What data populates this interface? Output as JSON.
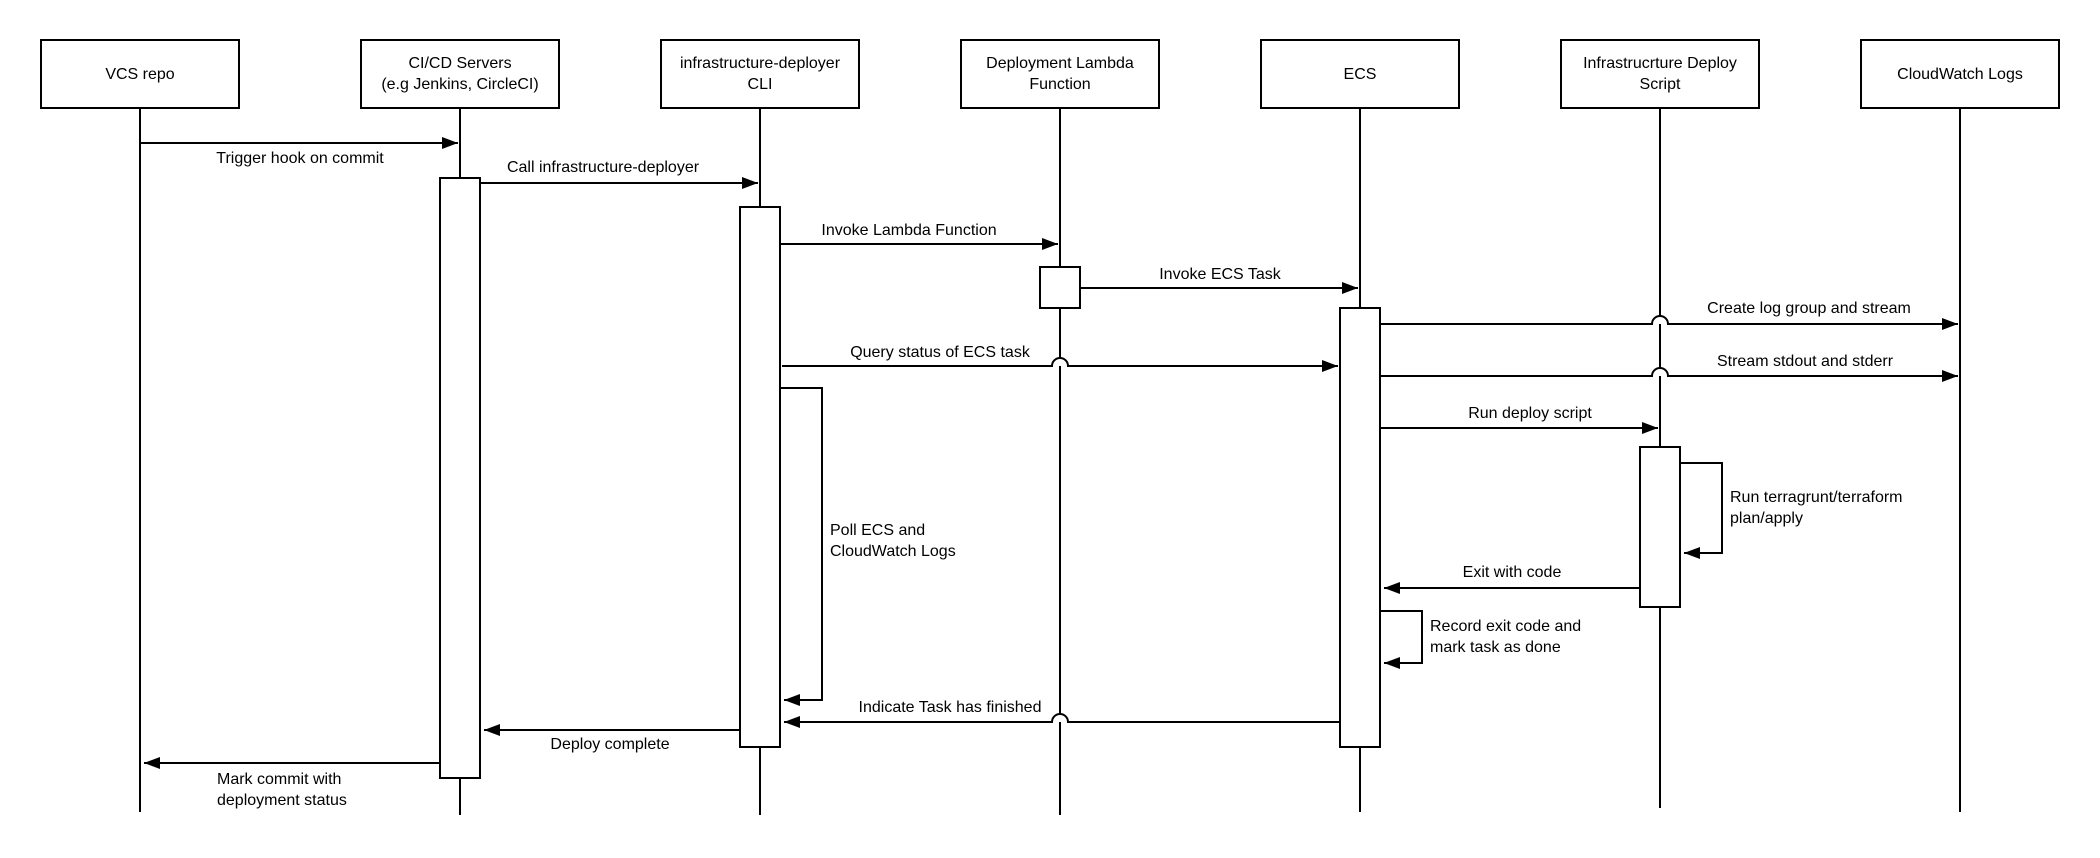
{
  "colors": {
    "stroke": "#000000",
    "fill": "#ffffff"
  },
  "participants": [
    {
      "id": "vcs-repo",
      "lines": [
        "VCS repo"
      ]
    },
    {
      "id": "cicd-servers",
      "lines": [
        "CI/CD Servers",
        "(e.g Jenkins, CircleCI)"
      ]
    },
    {
      "id": "infrastructure-deployer-cli",
      "lines": [
        "infrastructure-deployer",
        "CLI"
      ]
    },
    {
      "id": "deployment-lambda-function",
      "lines": [
        "Deployment Lambda",
        "Function"
      ]
    },
    {
      "id": "ecs",
      "lines": [
        "ECS"
      ]
    },
    {
      "id": "infrastructure-deploy-script",
      "lines": [
        "Infrastrucrture Deploy",
        "Script"
      ]
    },
    {
      "id": "cloudwatch-logs",
      "lines": [
        "CloudWatch Logs"
      ]
    }
  ],
  "messages": [
    {
      "id": "trigger-hook-on-commit",
      "from": "VCS repo",
      "to": "CI/CD Servers",
      "lines": [
        "Trigger hook on commit"
      ]
    },
    {
      "id": "call-infrastructure-deployer",
      "from": "CI/CD Servers",
      "to": "infrastructure-deployer CLI",
      "lines": [
        "Call infrastructure-deployer"
      ]
    },
    {
      "id": "invoke-lambda-function",
      "from": "infrastructure-deployer CLI",
      "to": "Deployment Lambda Function",
      "lines": [
        "Invoke Lambda Function"
      ]
    },
    {
      "id": "invoke-ecs-task",
      "from": "Deployment Lambda Function",
      "to": "ECS",
      "lines": [
        "Invoke ECS Task"
      ]
    },
    {
      "id": "create-log-group-and-stream",
      "from": "ECS",
      "to": "CloudWatch Logs",
      "lines": [
        "Create log group and stream"
      ]
    },
    {
      "id": "query-status-of-ecs-task",
      "from": "infrastructure-deployer CLI",
      "to": "ECS",
      "lines": [
        "Query status of ECS task"
      ]
    },
    {
      "id": "stream-stdout-and-stderr",
      "from": "ECS",
      "to": "CloudWatch Logs",
      "lines": [
        "Stream stdout and stderr"
      ]
    },
    {
      "id": "run-deploy-script",
      "from": "ECS",
      "to": "Infrastrucrture Deploy Script",
      "lines": [
        "Run deploy script"
      ]
    },
    {
      "id": "run-terragrunt-terraform",
      "from": "Infrastrucrture Deploy Script",
      "to": "Infrastrucrture Deploy Script",
      "lines": [
        "Run terragrunt/terraform",
        "plan/apply"
      ]
    },
    {
      "id": "exit-with-code",
      "from": "Infrastrucrture Deploy Script",
      "to": "ECS",
      "lines": [
        "Exit with code"
      ]
    },
    {
      "id": "record-exit-code",
      "from": "ECS",
      "to": "ECS",
      "lines": [
        "Record exit code and",
        "mark task as done"
      ]
    },
    {
      "id": "poll-ecs-and-cloudwatch-logs",
      "from": "infrastructure-deployer CLI",
      "to": "infrastructure-deployer CLI",
      "lines": [
        "Poll ECS and",
        "CloudWatch Logs"
      ]
    },
    {
      "id": "indicate-task-has-finished",
      "from": "ECS",
      "to": "infrastructure-deployer CLI",
      "lines": [
        "Indicate Task has finished"
      ]
    },
    {
      "id": "deploy-complete",
      "from": "infrastructure-deployer CLI",
      "to": "CI/CD Servers",
      "lines": [
        "Deploy complete"
      ]
    },
    {
      "id": "mark-commit-with-deployment-status",
      "from": "CI/CD Servers",
      "to": "VCS repo",
      "lines": [
        "Mark commit with",
        "deployment status"
      ]
    }
  ]
}
